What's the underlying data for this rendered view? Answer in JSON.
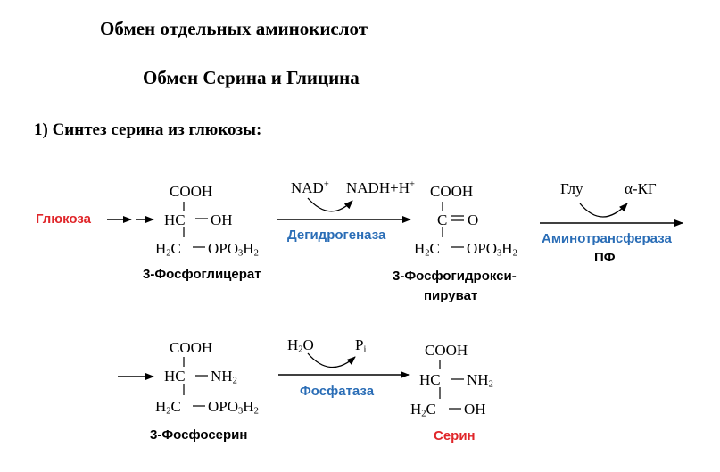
{
  "header": {
    "title": "Обмен отдельных аминокислот",
    "subtitle": "Обмен Серина и Глицина",
    "section": "1) Синтез серина из глюкозы:"
  },
  "scheme": {
    "start": "Глюкоза",
    "compound_1": {
      "name": "3-Фосфоглицерат",
      "top": "COOH",
      "mid_left": "HC",
      "mid_right": "OH",
      "bottom_left": "H",
      "bottom_c": "C",
      "bottom_right": "OPO",
      "h2": "2",
      "o3": "3"
    },
    "step_1": {
      "enzyme": "Дегидрогеназа",
      "in": "NAD",
      "in_sup": "+",
      "out": "NADH+H",
      "out_sup": "+"
    },
    "compound_2": {
      "name_line1": "3-Фосфогидрокси-",
      "name_line2": "пируват",
      "top": "COOH",
      "mid": "C",
      "mid_right": "O",
      "bottom_left": "H",
      "bottom_c": "C",
      "bottom_right": "OPO",
      "h2": "2",
      "o3": "3"
    },
    "step_2": {
      "enzyme": "Аминотрансфераза",
      "cofactor": "ПФ",
      "in": "Глу",
      "out": "α-КГ"
    },
    "compound_3": {
      "name": "3-Фосфосерин",
      "top": "COOH",
      "mid_left": "HC",
      "mid_right": "NH",
      "nh2": "2",
      "bottom_left": "H",
      "bottom_c": "C",
      "bottom_right": "OPO",
      "h2": "2",
      "o3": "3"
    },
    "step_3": {
      "enzyme": "Фосфатаза",
      "in": "H",
      "in_sub": "2",
      "in_o": "O",
      "out": "P",
      "out_sub": "i"
    },
    "product": {
      "name": "Серин",
      "top": "COOH",
      "mid_left": "HC",
      "mid_right": "NH",
      "nh2": "2",
      "bottom_left": "H",
      "bottom_c": "C",
      "bottom_right": "OH",
      "h2": "2"
    }
  },
  "colors": {
    "metabolite": "#e0262a",
    "enzyme": "#2a6db6",
    "text": "#000000"
  }
}
